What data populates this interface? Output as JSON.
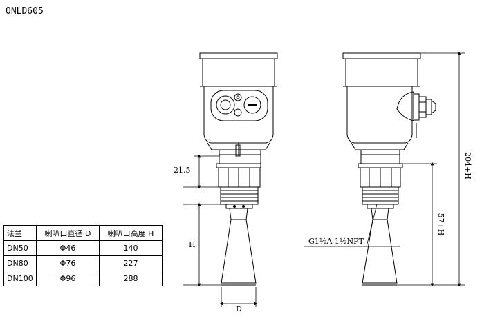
{
  "model": "ONLD605",
  "table": {
    "headers": [
      "法兰",
      "喇叭口直径 D",
      "喇叭口高度 H"
    ],
    "rows": [
      [
        "DN50",
        "Φ46",
        "140"
      ],
      [
        "DN80",
        "Φ76",
        "227"
      ],
      [
        "DN100",
        "Φ96",
        "288"
      ]
    ]
  },
  "dimensions": {
    "d_21_5": "21.5",
    "h": "H",
    "d": "D",
    "thread": "G1½A  1½NPT",
    "d_57_h": "57+H",
    "d_204_h": "204+H"
  }
}
